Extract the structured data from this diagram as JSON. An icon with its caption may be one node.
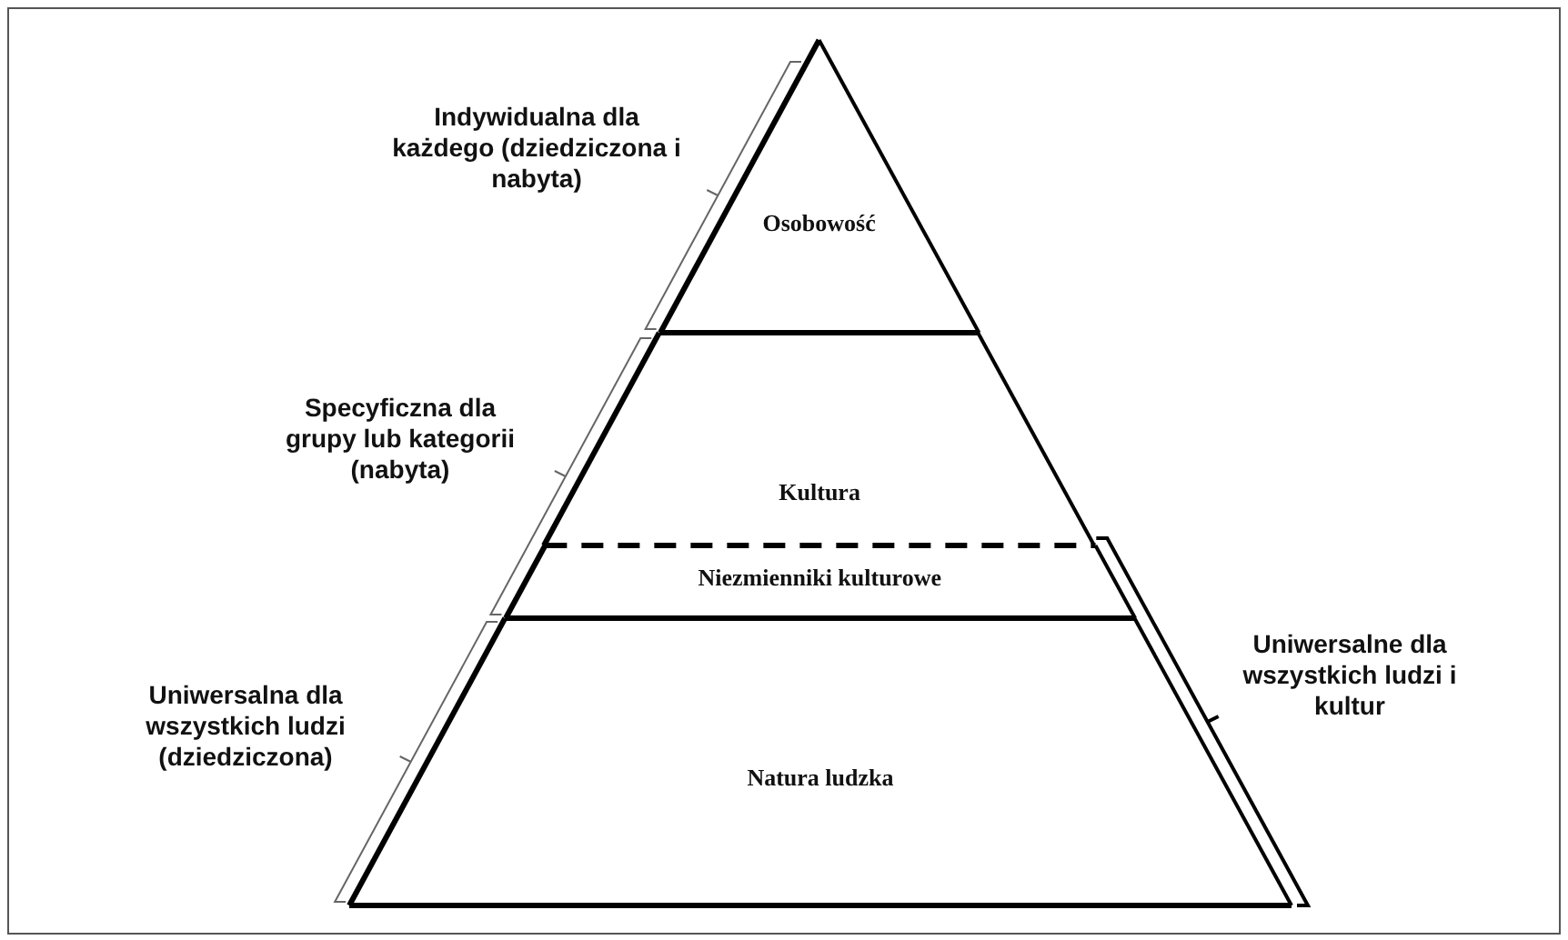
{
  "diagram": {
    "nodes": [
      {
        "text": [
          "Osobowość"
        ]
      },
      {
        "text": [
          "Kultura"
        ]
      },
      {
        "text": [
          "Niezmienniki kulturowe"
        ]
      },
      {
        "text": [
          "Natura ludzka"
        ]
      }
    ],
    "labels": [
      "Indywidualna dla każdego (dziedziczona i nabyta)",
      "Specyficzna dla grupy lub kategorii (nabyta)",
      "Uniwersalna dla wszystkich ludzi (dziedziczona)",
      "Uniwersalne dla wszystkich ludzi i kultur"
    ]
  }
}
